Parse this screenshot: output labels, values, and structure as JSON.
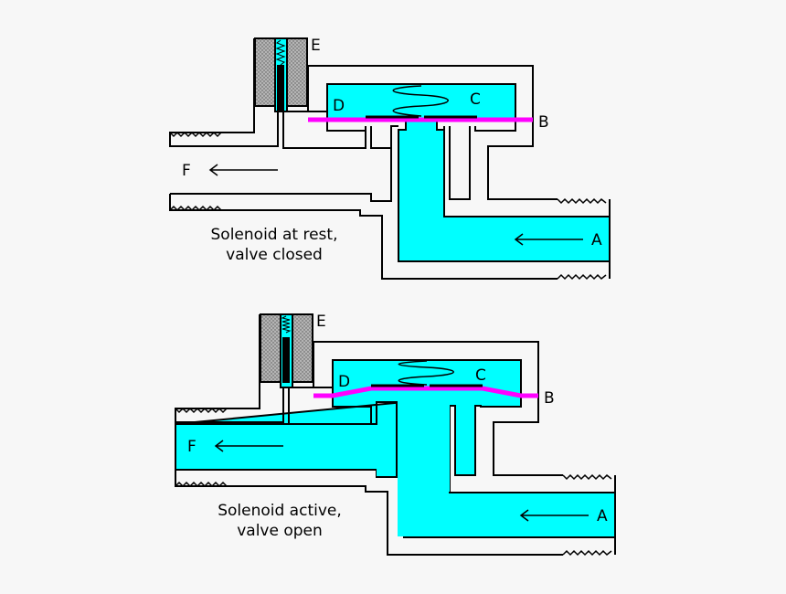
{
  "colors": {
    "fluid": "#00ffff",
    "diaphragm": "#ff00ff",
    "body_outline": "#000000",
    "coil": "#b4b4b4",
    "background": "#f7f7f7"
  },
  "diagrams": [
    {
      "state": "rest",
      "labels": {
        "a": "A",
        "b": "B",
        "c": "C",
        "d": "D",
        "e": "E",
        "f": "F"
      },
      "caption": [
        "Solenoid at rest,",
        "valve closed"
      ]
    },
    {
      "state": "active",
      "labels": {
        "a": "A",
        "b": "B",
        "c": "C",
        "d": "D",
        "e": "E",
        "f": "F"
      },
      "caption": [
        "Solenoid active,",
        "valve open"
      ]
    }
  ]
}
